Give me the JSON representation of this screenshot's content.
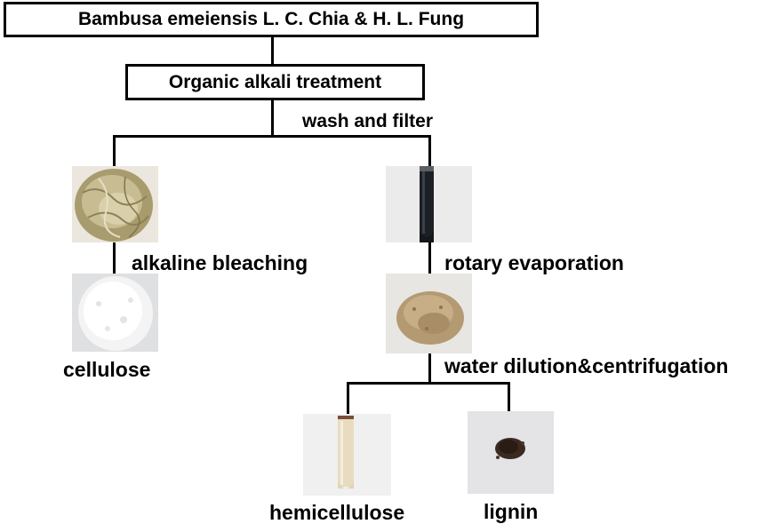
{
  "title_box": "Bambusa emeiensis L. C. Chia & H. L. Fung",
  "treatment_box": "Organic alkali treatment",
  "steps": {
    "wash_filter": "wash and filter",
    "alkaline_bleaching": "alkaline bleaching",
    "rotary_evaporation": "rotary evaporation",
    "water_dilution": "water dilution&centrifugation"
  },
  "products": {
    "cellulose": "cellulose",
    "hemicellulose": "hemicellulose",
    "lignin": "lignin"
  },
  "photos": {
    "raw_bamboo_fiber": "raw-bamboo-fiber-photo",
    "cellulose": "cellulose-photo",
    "black_liquor_tube": "black-liquor-tube-photo",
    "evaporated_powder": "evaporated-powder-photo",
    "hemicellulose_tube": "hemicellulose-tube-photo",
    "lignin": "lignin-photo"
  }
}
